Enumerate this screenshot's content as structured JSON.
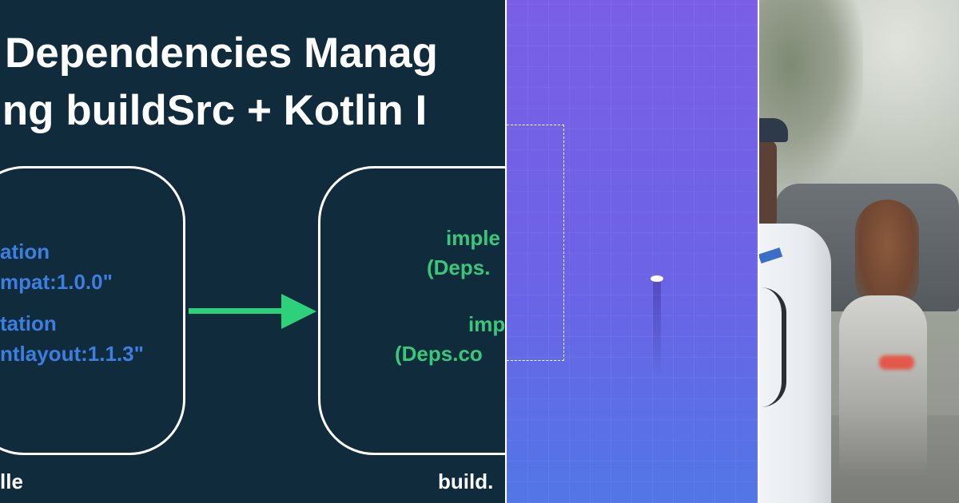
{
  "slide": {
    "title_line1": "Dependencies Manag",
    "title_line2": "ing buildSrc + Kotlin I",
    "left_box": {
      "line1": "ation",
      "line2": "mpat:1.0.0\"",
      "line3": "tation",
      "line4": "ntlayout:1.1.3\""
    },
    "right_box": {
      "line1": "imple",
      "line2": "(Deps.",
      "line3": "imp",
      "line4": "(Deps.co"
    },
    "left_file_label": "lle",
    "right_file_label": "build.",
    "colors": {
      "background": "#0f2b3c",
      "title": "#ffffff",
      "code_blue": "#3d7fe0",
      "code_green": "#37c979",
      "arrow": "#2ed17b"
    }
  },
  "gradient_panel": {
    "colors": {
      "top": "#7a5fe6",
      "bottom": "#5276e6"
    }
  },
  "photo_panel": {
    "subject": "traffic-officer-street-photo"
  }
}
